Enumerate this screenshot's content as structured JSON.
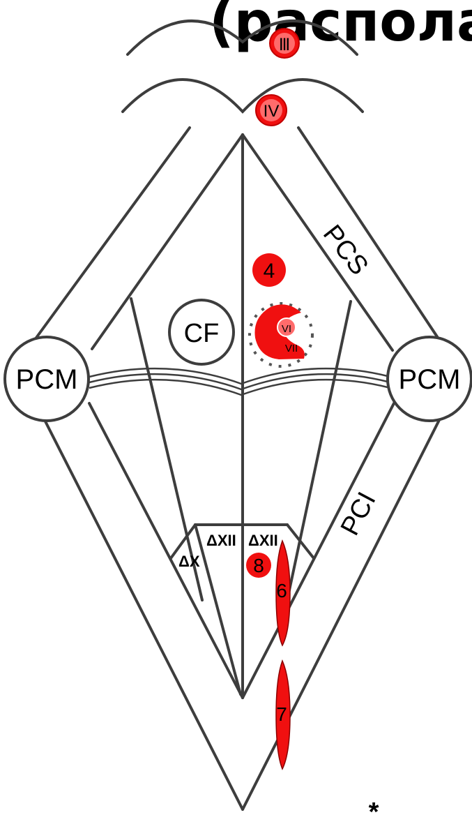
{
  "title_fragment": "(распола",
  "colors": {
    "line": "#3d3d3d",
    "nucleus_fill": "#f01010",
    "nucleus_light": "#ff6b6b",
    "text": "#000000"
  },
  "labels": {
    "pcs": "PCS",
    "pci": "PCI",
    "pcm_left": "PCM",
    "pcm_right": "PCM",
    "cf": "CF",
    "delta_x": "ΔX",
    "delta_xii": "ΔXII",
    "delta_xii_right": "ΔXII"
  },
  "nuclei": {
    "n3": "Ⅲ",
    "n4_roman": "IV",
    "n4": "4",
    "n6_roman": "VI",
    "n7_roman": "VII",
    "n8": "8",
    "n6": "6",
    "n7": "7"
  },
  "footnote_mark": "*"
}
